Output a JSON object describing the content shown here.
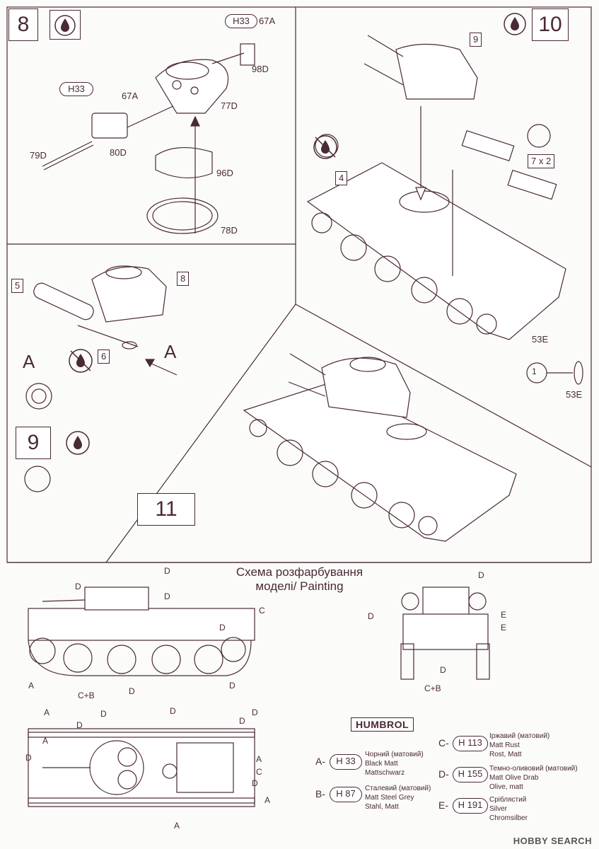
{
  "steps": {
    "s8": "8",
    "s9": "9",
    "s10": "10",
    "s11": "11"
  },
  "step8": {
    "paint_h33_a": "H33",
    "paint_h33_b": "H33",
    "parts": [
      "67A",
      "98D",
      "67A",
      "77D",
      "80D",
      "79D",
      "96D",
      "78D"
    ]
  },
  "step9": {
    "subassembly": "8",
    "parts": [
      "5",
      "6"
    ],
    "view_letter_1": "A",
    "view_letter_2": "A"
  },
  "step10": {
    "subassembly_9": "9",
    "subassembly_4": "4",
    "part_7": "7 x 2",
    "part_53e": "53E",
    "part_53e_b": "53E",
    "detail_1": "1"
  },
  "painting": {
    "title_line1": "Схема розфарбування",
    "title_line2": "моделі/  Painting",
    "humbrol": "HUMBROL",
    "side_labels": [
      "D",
      "D",
      "D",
      "C",
      "A",
      "C+B",
      "D",
      "D",
      "D"
    ],
    "front_labels": [
      "D",
      "D",
      "E",
      "E",
      "D",
      "C+B"
    ],
    "top_labels": [
      "A",
      "D",
      "D",
      "D",
      "D",
      "D",
      "D",
      "A",
      "A",
      "C",
      "D",
      "A",
      "A"
    ],
    "paints": [
      {
        "letter": "A-",
        "code": "H 33",
        "ua": "Чорний (матовий)",
        "en": "Black Matt",
        "de": "Mattschwarz"
      },
      {
        "letter": "B-",
        "code": "H 87",
        "ua": "Сталевий (матовий)",
        "en": "Matt Steel Grey",
        "de": "Stahl, Matt"
      },
      {
        "letter": "C-",
        "code": "H 113",
        "ua": "Іржавий (матовий)",
        "en": "Matt Rust",
        "de": "Rost, Matt"
      },
      {
        "letter": "D-",
        "code": "H 155",
        "ua": "Темно-оливовий (матовий)",
        "en": "Matt Olive Drab",
        "de": "Olive, matt"
      },
      {
        "letter": "E-",
        "code": "H 191",
        "ua": "Сріблястий",
        "en": "Silver",
        "de": "Chromsilber"
      }
    ]
  },
  "watermark": "HOBBY SEARCH",
  "colors": {
    "ink": "#4a2a35",
    "paper": "#fbfbf9"
  }
}
